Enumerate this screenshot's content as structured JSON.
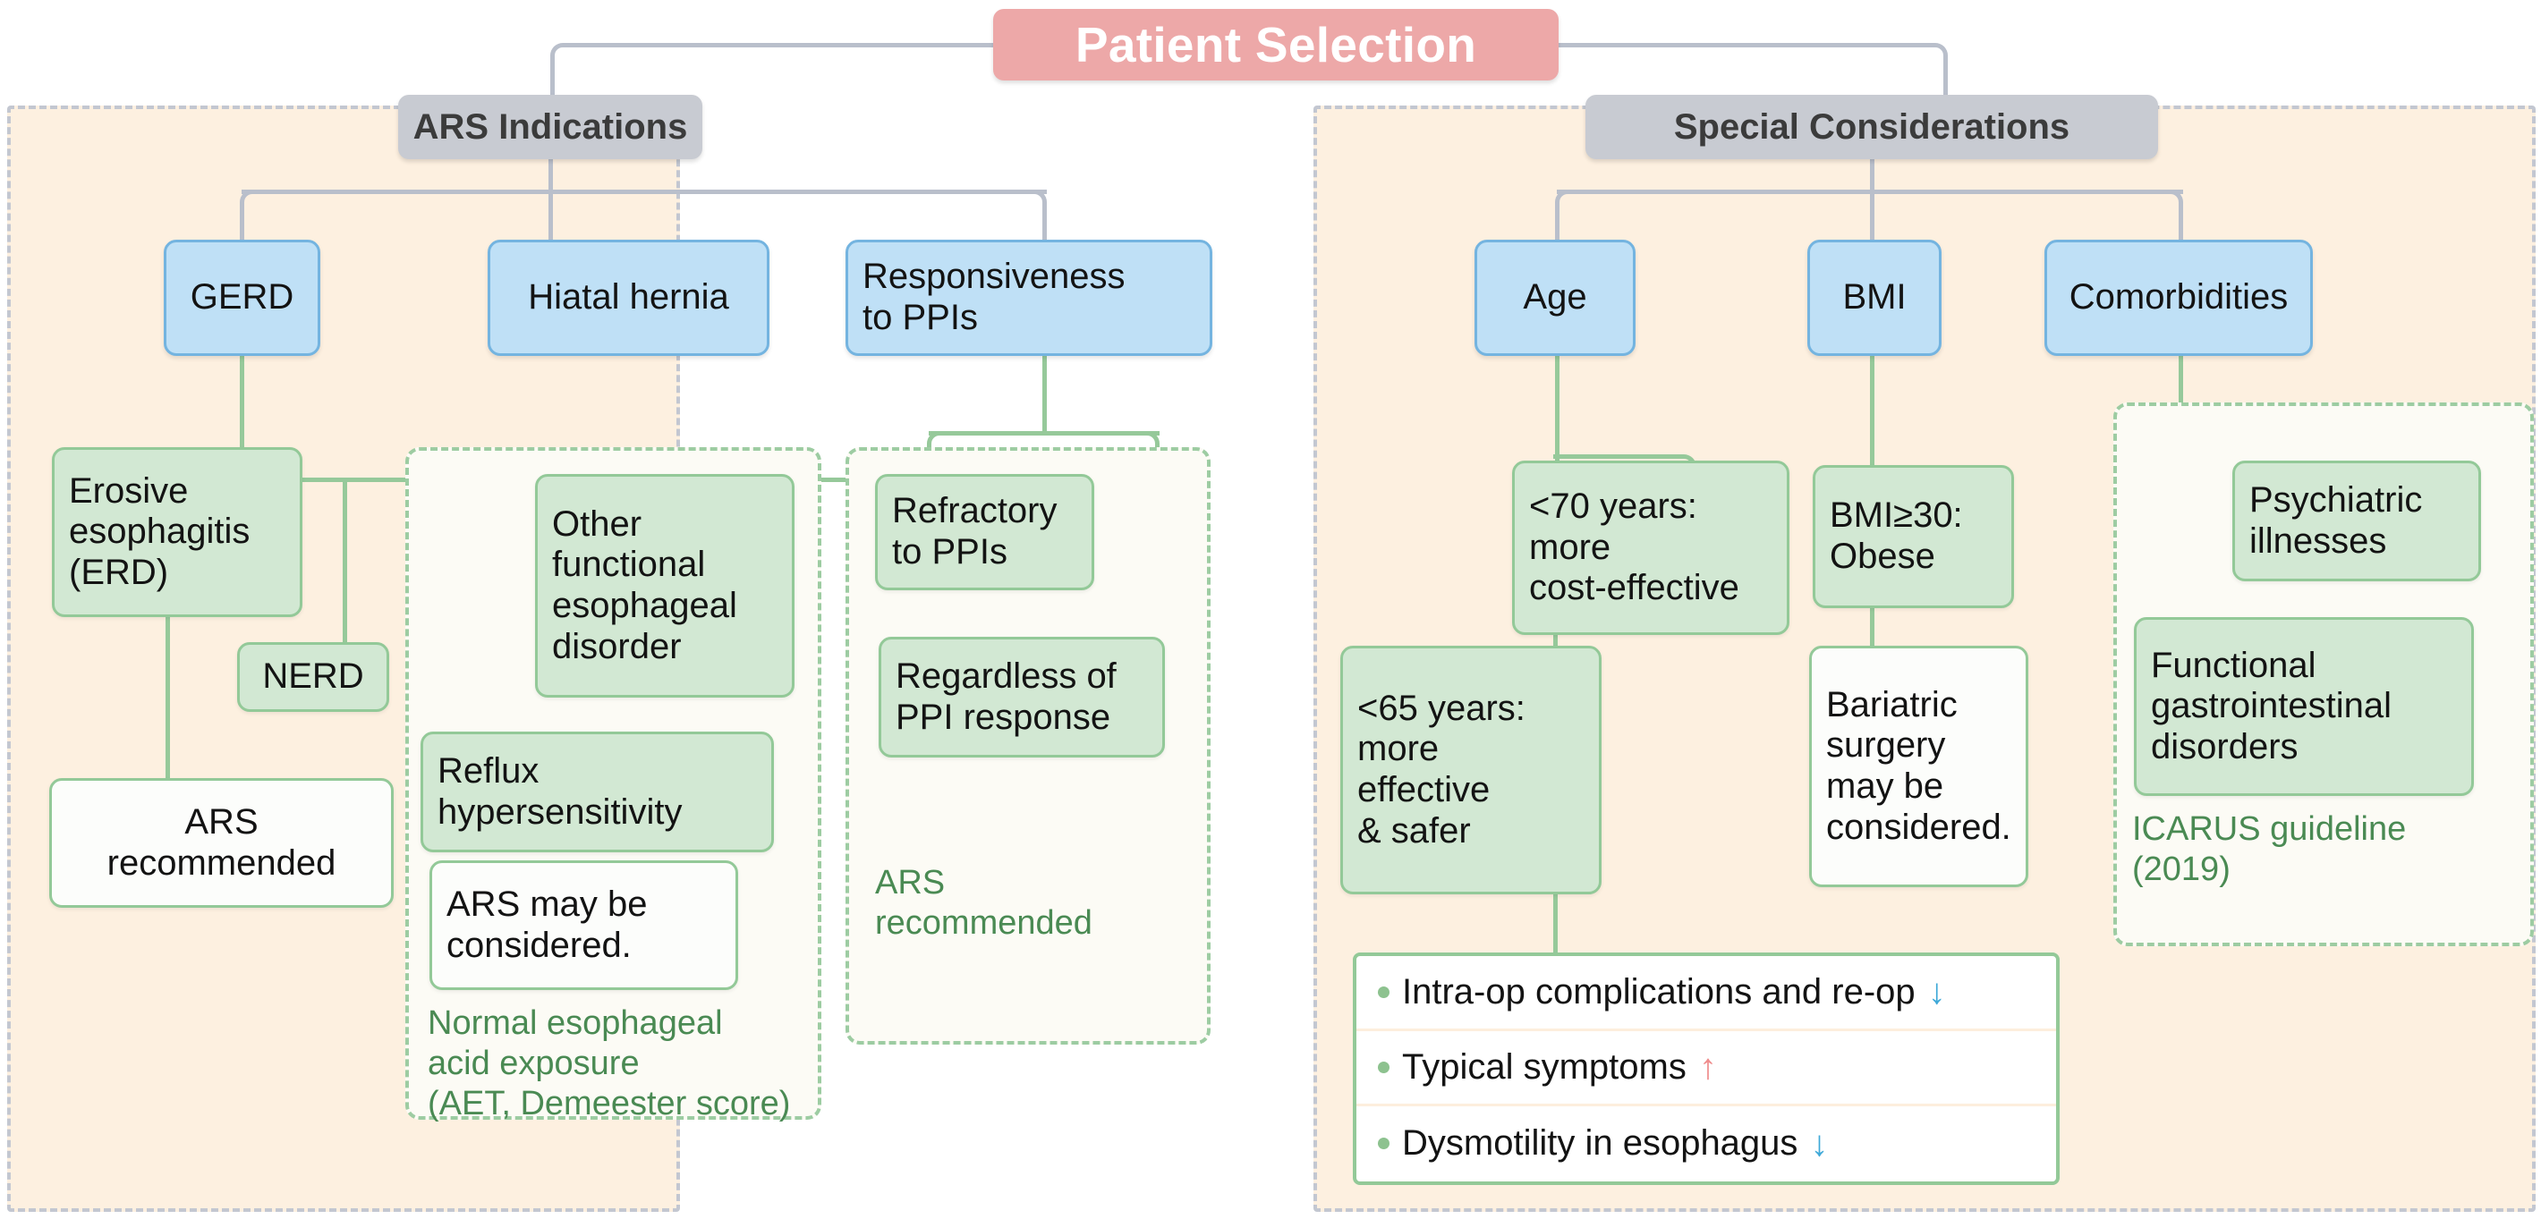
{
  "diagram": {
    "root_label": "Patient Selection",
    "root_color": "#eda8a8"
  },
  "panels": {
    "ars": {
      "header": "ARS Indications",
      "header_color": "#c8cbd2",
      "background": "#fdf0e0",
      "top_nodes": [
        {
          "label": "GERD"
        },
        {
          "label": "Hiatal hernia"
        },
        {
          "label": "Responsiveness\nto PPIs"
        }
      ],
      "gerd_branch": {
        "erosive": "Erosive\nesophagitis\n(ERD)",
        "nerd": "NERD",
        "outcome": "ARS recommended"
      },
      "functional_group": {
        "other_functional": "Other\nfunctional\nesophageal\ndisorder",
        "reflux": "Reflux\nhypersensitivity",
        "outcome": "ARS may be\nconsidered.",
        "note": "Normal esophageal\nacid exposure\n(AET, Demeester score)"
      },
      "ppi_group": {
        "refractory": "Refractory\nto PPIs",
        "regardless": "Regardless of\nPPI response",
        "note": "ARS\nrecommended"
      }
    },
    "special": {
      "header": "Special Considerations",
      "header_color": "#c8cbd2",
      "background": "#fdf0e0",
      "top_nodes": [
        {
          "label": "Age"
        },
        {
          "label": "BMI"
        },
        {
          "label": "Comorbidities"
        }
      ],
      "age_branch": {
        "under70": "<70 years:\nmore\ncost-effective",
        "under65": "<65 years:\nmore\neffective\n& safer"
      },
      "bmi_branch": {
        "obese": "BMI≥30:\nObese",
        "bariatric": "Bariatric\nsurgery\nmay be\nconsidered."
      },
      "comorbidity_group": {
        "psychiatric": "Psychiatric\nillnesses",
        "functional_gi": "Functional\ngastrointestinal\ndisorders",
        "note": "ICARUS guideline\n(2019)"
      },
      "outcomes": {
        "items": [
          {
            "text": "Intra-op complications and re-op",
            "arrow": "↓",
            "arrow_dir": "down",
            "arrow_color": "#3fa9d8"
          },
          {
            "text": "Typical symptoms",
            "arrow": "↑",
            "arrow_dir": "up",
            "arrow_color": "#ef8d8d"
          },
          {
            "text": "Dysmotility in esophagus",
            "arrow": "↓",
            "arrow_dir": "down",
            "arrow_color": "#3fa9d8"
          }
        ]
      }
    }
  }
}
